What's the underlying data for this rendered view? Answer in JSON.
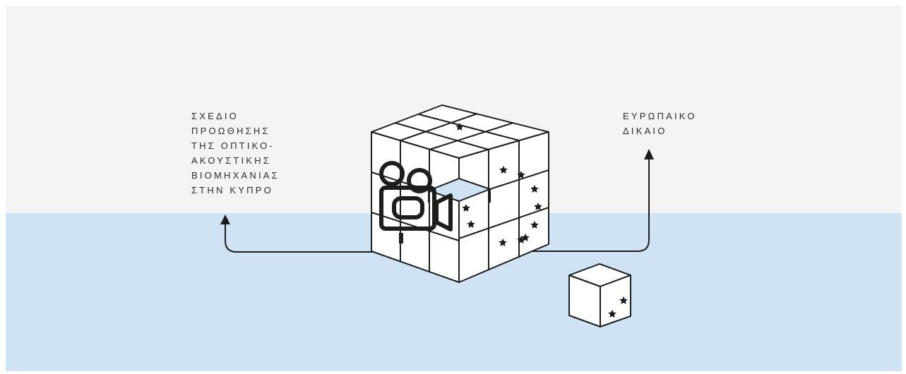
{
  "left_label": {
    "lines": [
      "ΣΧΕΔΙΟ",
      "ΠΡΟΩΘΗΣΗΣ",
      "ΤΗΣ ΟΠΤΙΚΟ-",
      "ΑΚΟΥΣΤΙΚΗΣ",
      "ΒΙΟΜΗΧΑΝΙΑΣ",
      "ΣΤΗΝ ΚΥΠΡΟ"
    ]
  },
  "right_label": {
    "lines": [
      "ΕΥΡΩΠΑΙΚΟ",
      "ΔΙΚΑΙΟ"
    ]
  },
  "colors": {
    "top_background": "#f4f4f4",
    "bottom_background": "#cfe3f4",
    "line": "#1d1d1d",
    "cube_face": "#ffffff",
    "missing_piece": "#cfe3f4"
  },
  "icons": [
    "film-camera-icon",
    "star-icon",
    "arrow-up-icon"
  ]
}
